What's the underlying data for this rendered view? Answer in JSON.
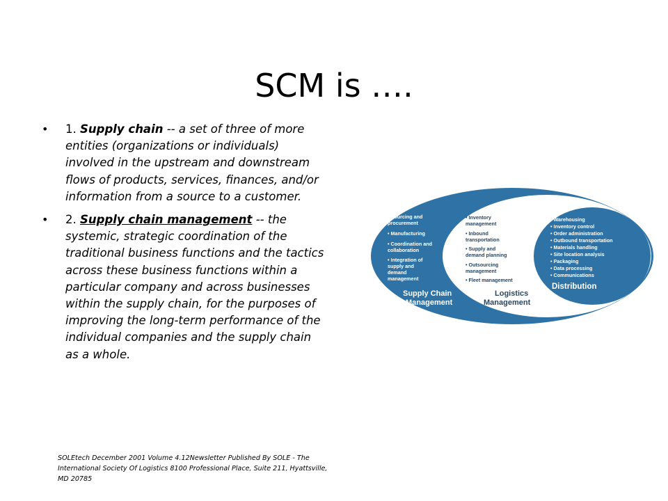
{
  "title": "SCM is ….",
  "bullets": [
    {
      "number": "1. ",
      "term": "Supply chain",
      "dash": " -- ",
      "body": "a set of three of more entities (organizations or individuals) involved in the upstream and downstream flows of products, services, finances, and/or information from a source to a customer."
    },
    {
      "number": "2. ",
      "term": "Supply chain management",
      "dash": "  -- ",
      "body": "the systemic, strategic coordination of the traditional business functions and the tactics across these business functions within a particular company and across businesses within the supply chain, for the purposes of improving the long-term performance of the individual companies and the supply chain as a whole."
    }
  ],
  "bullet_symbol": "•",
  "citation": "SOLEtech December 2001 Volume 4.12Newsletter Published By SOLE - The International  Society Of Logistics 8100 Professional Place, Suite 211, Hyattsville, MD 20785",
  "diagram": {
    "outer": {
      "label_line1": "Supply Chain",
      "label_line2": "Management",
      "items": [
        "• Sourcing and",
        "  procurement",
        "• Manufacturing",
        "• Coordination and",
        "  collaboration",
        "• Integration of",
        "  supply and",
        "  demand",
        "  management"
      ]
    },
    "middle": {
      "label_line1": "Logistics",
      "label_line2": "Management",
      "items": [
        "• Inventory",
        "  management",
        "• Inbound",
        "  transportation",
        "• Supply and",
        "  demand planning",
        "• Outsourcing",
        "  management",
        "• Fleet management"
      ]
    },
    "inner": {
      "label": "Distribution",
      "items": [
        "• Warehousing",
        "• Inventory control",
        "• Order administration",
        "• Outbound transportation",
        "• Materials handling",
        "• Site location analysis",
        "• Packaging",
        "• Data processing",
        "• Communications"
      ]
    },
    "colors": {
      "blue": "#2f73a6",
      "dark": "#2b4660",
      "white": "#ffffff"
    }
  }
}
